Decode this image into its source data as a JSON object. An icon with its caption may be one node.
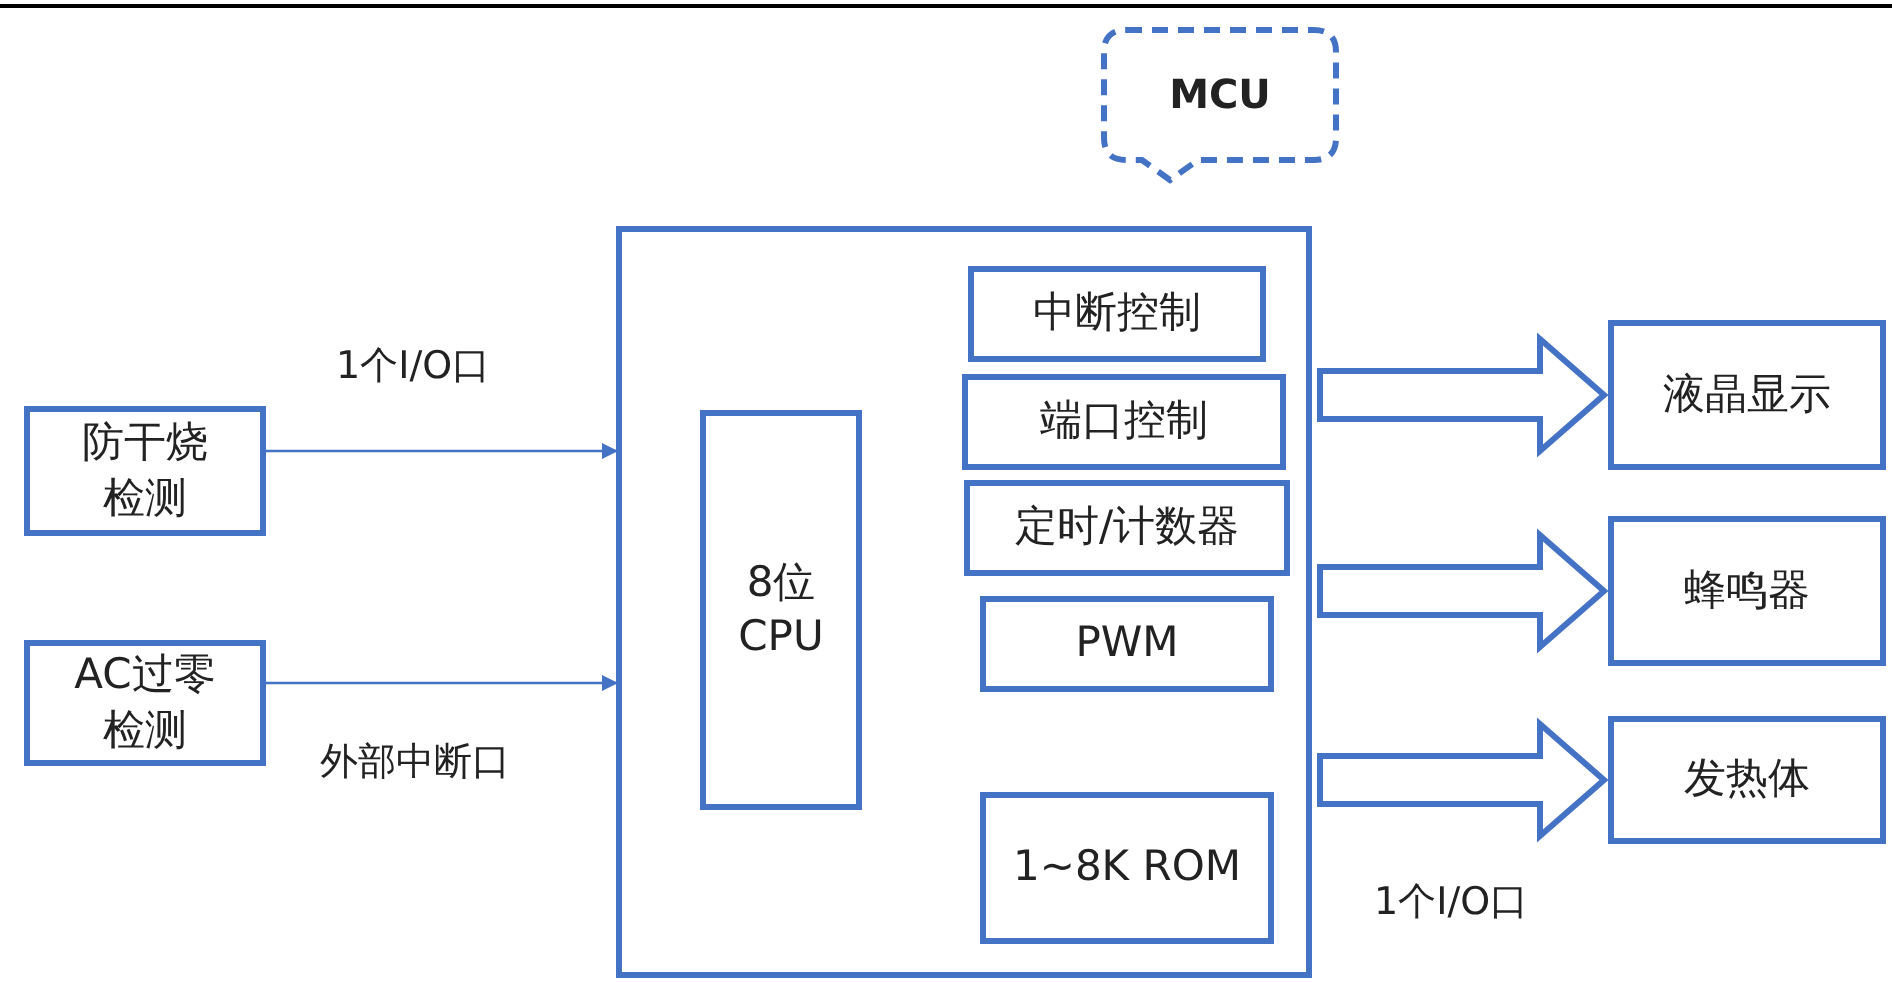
{
  "diagram": {
    "nodes": [
      {
        "text": [
          "MCU"
        ]
      },
      {
        "text": [],
        "shape": "box"
      },
      {
        "text": [
          "8位 CPU"
        ],
        "in": 1
      },
      {
        "text": [
          "中断控制"
        ],
        "in": 1
      },
      {
        "text": [
          "端口控制"
        ],
        "in": 1
      },
      {
        "text": [
          "定时/计数器"
        ],
        "in": 1
      },
      {
        "text": [
          "PWM"
        ],
        "in": 1
      },
      {
        "text": [
          "1~8K ROM"
        ],
        "in": 1
      },
      {
        "text": [
          "防干烧检测"
        ]
      },
      {
        "text": [
          "AC过零检测"
        ]
      },
      {
        "text": [
          "液晶显示"
        ]
      },
      {
        "text": [
          "蜂鸣器"
        ]
      },
      {
        "text": [
          "发热体"
        ]
      }
    ],
    "edges": [
      {
        "from": 8,
        "to": 1,
        "arrow": "to",
        "label": "1个I/O口"
      },
      {
        "from": 9,
        "to": 1,
        "arrow": "to",
        "label": "外部中断口"
      },
      {
        "from": 1,
        "to": 10,
        "arrow": "to",
        "style": "thick"
      },
      {
        "from": 1,
        "to": 11,
        "arrow": "to",
        "style": "thick"
      },
      {
        "from": 1,
        "to": 12,
        "arrow": "to",
        "style": "thick",
        "label": "1个I/O口"
      }
    ]
  }
}
